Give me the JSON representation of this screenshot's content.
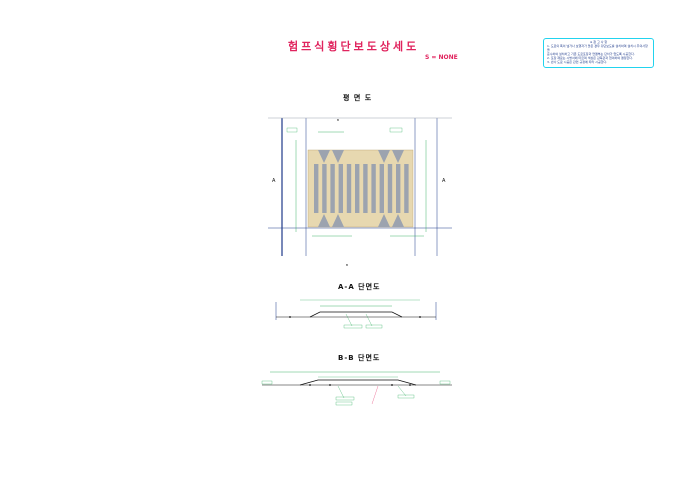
{
  "drawing": {
    "title": "험프식횡단보도상세도",
    "scale": "S = NONE",
    "notes_title": "※ 참 고 사 항",
    "notes_lines": [
      "1. 도로의 폭이 넓거나 보행자가 많은 경우 횡단보도를 설치하며 설치시 주의사항을",
      "준수하여 설치하고 기존 도로포장과 연결부는 단차가 없도록 시공한다.",
      "2. 포장 재료는 시방서에 따르며 색상은 감독관과 협의하여 결정한다.",
      "3. 반사 도료 시공은 관련 규정에 따라 시공한다."
    ],
    "plan_title": "평 면 도",
    "section_aa_title": "A-A 단면도",
    "section_bb_title": "B-B 단면도",
    "mark_a": "A",
    "mark_b": "B"
  },
  "colors": {
    "title": "#e0245e",
    "dimension": "#16a34a",
    "outline": "#1e3a8a",
    "notes_border": "#22d3ee",
    "stripe": "#9ca3af",
    "hatch": "#e7d8b0"
  }
}
